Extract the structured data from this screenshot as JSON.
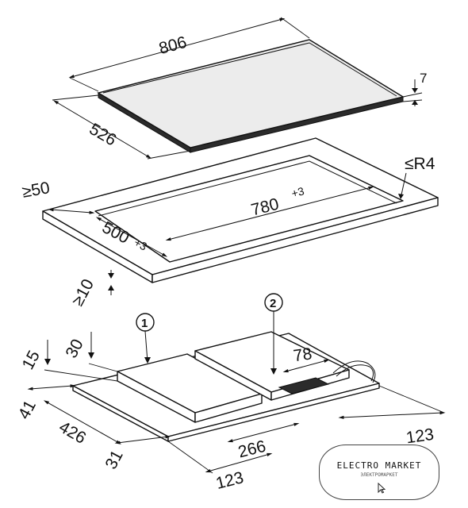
{
  "cooktop": {
    "width": "806",
    "depth": "526",
    "thickness": "7"
  },
  "cutout": {
    "corner_radius": "≤R4",
    "front_edge_min": "≥50",
    "width": "780",
    "width_tolerance": "+3",
    "depth": "500",
    "depth_tolerance": "+3",
    "worktop_min_thickness": "≥10"
  },
  "underside": {
    "callout_1": "1",
    "callout_2": "2",
    "dim_15": "15",
    "dim_30": "30",
    "dim_78": "78",
    "dim_41": "41",
    "dim_426": "426",
    "dim_31": "31",
    "dim_266": "266",
    "dim_123_left": "123",
    "dim_123_right": "123"
  },
  "watermark": {
    "title": "ELECTRO MARKET",
    "subtitle": "ЭЛЕКТРОМАРКЕТ"
  }
}
